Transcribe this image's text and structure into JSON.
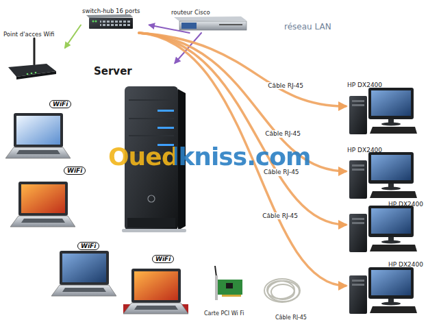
{
  "diagram": {
    "nodes": [
      {
        "text": [
          "switch-hub 16 ports"
        ]
      },
      {
        "text": [
          "routeur Cisco"
        ]
      },
      {
        "text": [
          "Point d'acces Wifi"
        ]
      },
      {
        "text": [
          "Server"
        ]
      },
      {
        "text": [
          "HP DX2400"
        ]
      },
      {
        "text": [
          "HP DX2400"
        ]
      },
      {
        "text": [
          "HP DX2400"
        ]
      },
      {
        "text": [
          "HP DX2400"
        ]
      }
    ],
    "edges": [
      {
        "from": 1,
        "to": 0,
        "arrow": "to"
      },
      {
        "from": 1,
        "to": 3,
        "arrow": "to"
      },
      {
        "from": 0,
        "to": 2,
        "arrow": "to"
      },
      {
        "from": 0,
        "to": 4,
        "arrow": "to",
        "label": "Câble RJ-45"
      },
      {
        "from": 0,
        "to": 5,
        "arrow": "to",
        "label": "Câble RJ-45"
      },
      {
        "from": 0,
        "to": 6,
        "arrow": "to",
        "label": "Câble RJ-45"
      },
      {
        "from": 0,
        "to": 7,
        "arrow": "to",
        "label": "Câble RJ-45"
      }
    ],
    "labels": [
      "réseau LAN",
      "WiFi",
      "WiFi",
      "WiFi",
      "WiFi",
      "Carte PCI Wi Fi",
      "Câble RJ-45",
      "Ouedkniss.com"
    ]
  }
}
